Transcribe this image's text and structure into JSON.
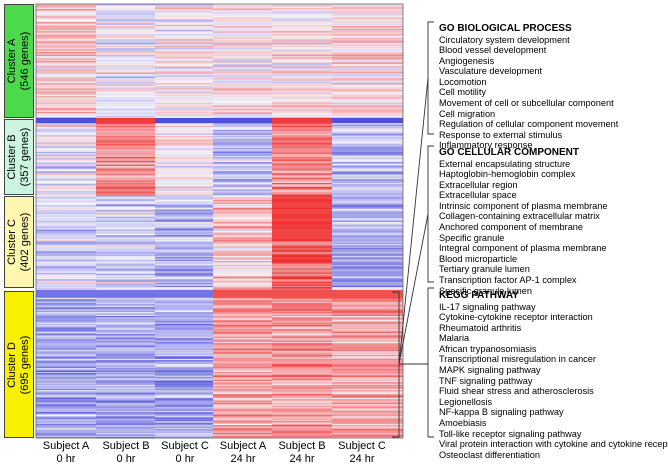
{
  "clusters": [
    {
      "name": "Cluster A",
      "count": "(546 genes)",
      "color": "#4cd94c",
      "genes": 546
    },
    {
      "name": "Cluster B",
      "count": "(357 genes)",
      "color": "#ccf5e0",
      "genes": 357
    },
    {
      "name": "Cluster C",
      "count": "(402 genes)",
      "color": "#fff7b0",
      "genes": 402
    },
    {
      "name": "Cluster D",
      "count": "(695 genes)",
      "color": "#f7f000",
      "genes": 695
    }
  ],
  "columns": [
    {
      "subject": "Subject A",
      "time": "0 hr"
    },
    {
      "subject": "Subject B",
      "time": "0 hr"
    },
    {
      "subject": "Subject C",
      "time": "0 hr"
    },
    {
      "subject": "Subject A",
      "time": "24 hr"
    },
    {
      "subject": "Subject B",
      "time": "24 hr"
    },
    {
      "subject": "Subject C",
      "time": "24 hr"
    }
  ],
  "cluster_tendency": [
    [
      0.22,
      -0.05,
      0.05,
      0.05,
      0.08,
      0.15
    ],
    [
      -0.05,
      0.55,
      0.05,
      -0.25,
      0.6,
      -0.25
    ],
    [
      -0.2,
      -0.2,
      -0.35,
      0.25,
      0.8,
      -0.4
    ],
    [
      -0.45,
      -0.4,
      -0.45,
      0.4,
      0.45,
      0.4
    ]
  ],
  "color_scale": {
    "low": "#3b3bd9",
    "mid": "#f5f5fa",
    "high": "#f03030"
  },
  "go_biological": {
    "title": "GO BIOLOGICAL PROCESS",
    "terms": [
      "Circulatory system development",
      "Blood vessel development",
      "Angiogenesis",
      "Vasculature development",
      "Locomotion",
      "Cell motility",
      "Movement of cell or subcellular component",
      "Cell migration",
      "Regulation of cellular component movement",
      "Response to external stimulus",
      "Inflammatory response"
    ]
  },
  "go_cellular": {
    "title": "GO CELLULAR COMPONENT",
    "terms": [
      "External encapsulating structure",
      "Haptoglobin-hemoglobin complex",
      "Extracellular region",
      "Extracellular space",
      "Intrinsic component of plasma membrane",
      "Collagen-containing extracellular matrix",
      "Anchored component of membrane",
      "Specific granule",
      "Integral component of plasma membrane",
      "Blood microparticle",
      "Tertiary granule lumen",
      "Transcription factor AP-1 complex",
      "Specific granule lumen"
    ]
  },
  "kegg": {
    "title": "KEGG PATHWAY",
    "terms": [
      "IL-17 signaling pathway",
      "Cytokine-cytokine receptor interaction",
      "Rheumatoid arthritis",
      "Malaria",
      "African trypanosomiasis",
      "Transcriptional misregulation in cancer",
      "MAPK signaling pathway",
      "TNF signaling pathway",
      "Fluid shear stress and atherosclerosis",
      "Legionellosis",
      "NF-kappa B signaling pathway",
      "Amoebiasis",
      "Toll-like receptor signaling pathway",
      "Viral protein interaction with cytokine and cytokine receptor",
      "Osteoclast differentiation"
    ]
  }
}
